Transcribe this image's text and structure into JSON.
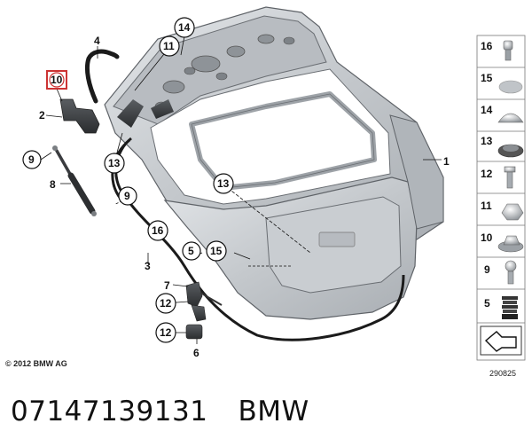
{
  "diagram": {
    "callouts": {
      "tailgate": "1",
      "bracket": "2",
      "seal": "3",
      "hose": "4",
      "bumper_stop": "6",
      "lock": "7",
      "strut": "8",
      "strut_ball_upper": "9",
      "strut_ball_lower": "9",
      "bracket_screw_highlight": "10",
      "hinge_nut": "11",
      "seal_clip_left": "13",
      "seal_clip_center": "13",
      "plug_top": "14",
      "clip_seal": "15",
      "grommet_seal": "16",
      "screw_lock_upper": "12",
      "screw_lock_lower": "12",
      "seal_plug": "5"
    },
    "legend": [
      {
        "num": "16",
        "icon": "valve-icon"
      },
      {
        "num": "15",
        "icon": "flat-disc-icon"
      },
      {
        "num": "14",
        "icon": "dome-plug-icon"
      },
      {
        "num": "13",
        "icon": "grommet-icon"
      },
      {
        "num": "12",
        "icon": "screw-icon"
      },
      {
        "num": "11",
        "icon": "hex-nut-icon"
      },
      {
        "num": "10",
        "icon": "flange-nut-icon"
      },
      {
        "num": "9",
        "icon": "ball-stud-icon"
      },
      {
        "num": "5",
        "icon": "bellows-icon"
      },
      {
        "num": "",
        "icon": "arrow-icon"
      }
    ],
    "copyright": "© 2012 BMW AG",
    "code": "290825"
  },
  "footer": {
    "part_number": "07147139131",
    "brand": "BMW"
  },
  "colors": {
    "panel": "#c4c8cc",
    "highlight": "#cc3333"
  }
}
